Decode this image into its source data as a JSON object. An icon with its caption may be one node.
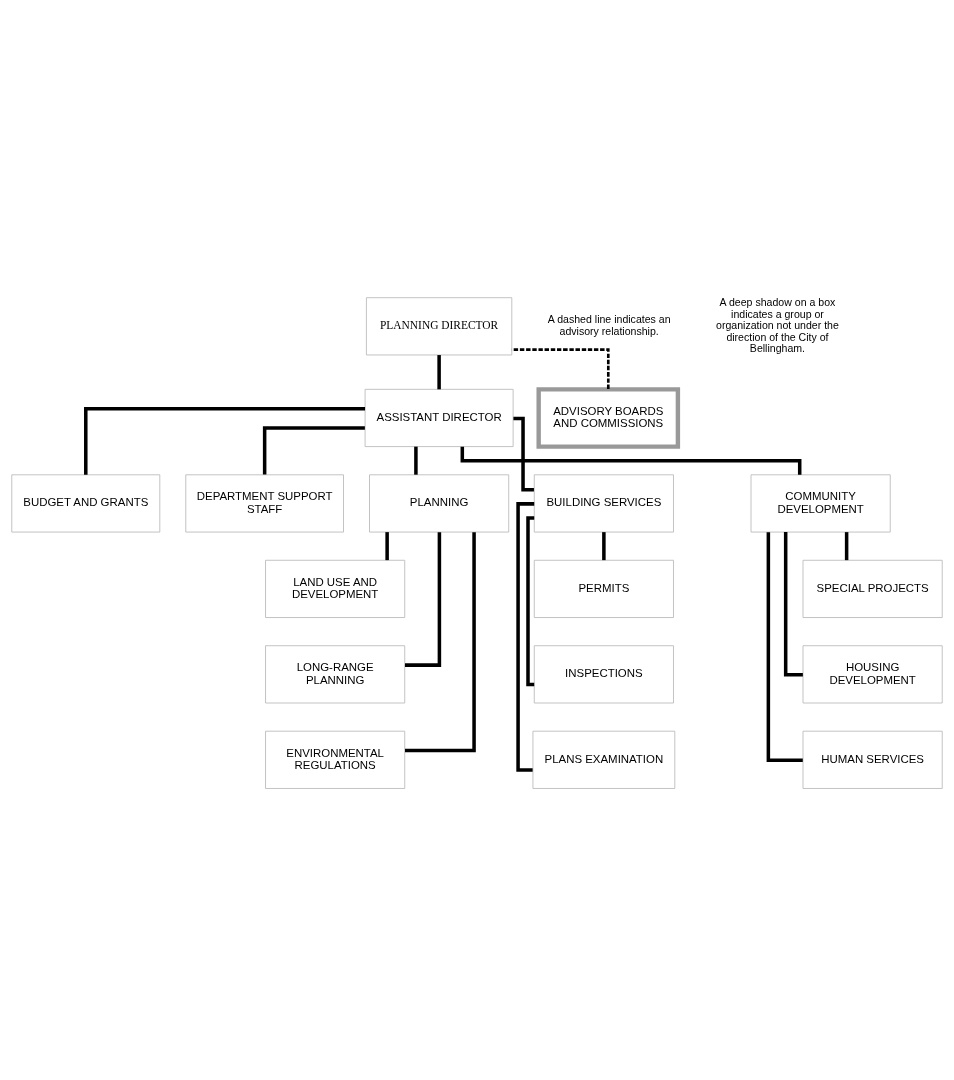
{
  "diagram": {
    "nodes": [
      {
        "text": [
          "PLANNING DIRECTOR"
        ]
      },
      {
        "text": [
          "ADVISORY BOARDS AND COMMISSIONS"
        ]
      },
      {
        "text": [
          "ASSISTANT DIRECTOR"
        ]
      },
      {
        "text": [
          "BUDGET AND GRANTS"
        ]
      },
      {
        "text": [
          "DEPARTMENT SUPPORT STAFF"
        ]
      },
      {
        "text": [
          "PLANNING"
        ]
      },
      {
        "text": [
          "BUILDING SERVICES"
        ]
      },
      {
        "text": [
          "COMMUNITY DEVELOPMENT"
        ]
      },
      {
        "text": [
          "LAND USE AND DEVELOPMENT"
        ]
      },
      {
        "text": [
          "LONG-RANGE PLANNING"
        ]
      },
      {
        "text": [
          "ENVIRONMENTAL REGULATIONS"
        ]
      },
      {
        "text": [
          "PERMITS"
        ]
      },
      {
        "text": [
          "INSPECTIONS"
        ]
      },
      {
        "text": [
          "PLANS EXAMINATION"
        ]
      },
      {
        "text": [
          "SPECIAL PROJECTS"
        ]
      },
      {
        "text": [
          "HOUSING DEVELOPMENT"
        ]
      },
      {
        "text": [
          "HUMAN SERVICES"
        ]
      }
    ],
    "edges": [
      {
        "from": 0,
        "to": 2,
        "arrow": "none"
      },
      {
        "from": 1,
        "to": 0,
        "arrow": "none",
        "style": "dashed"
      },
      {
        "from": 2,
        "to": 3,
        "arrow": "none"
      },
      {
        "from": 2,
        "to": 4,
        "arrow": "none"
      },
      {
        "from": 2,
        "to": 5,
        "arrow": "none"
      },
      {
        "from": 2,
        "to": 6,
        "arrow": "none"
      },
      {
        "from": 2,
        "to": 7,
        "arrow": "none"
      },
      {
        "from": 5,
        "to": 8,
        "arrow": "none"
      },
      {
        "from": 5,
        "to": 9,
        "arrow": "none"
      },
      {
        "from": 5,
        "to": 10,
        "arrow": "none"
      },
      {
        "from": 6,
        "to": 11,
        "arrow": "none"
      },
      {
        "from": 6,
        "to": 12,
        "arrow": "none"
      },
      {
        "from": 6,
        "to": 13,
        "arrow": "none"
      },
      {
        "from": 7,
        "to": 14,
        "arrow": "none"
      },
      {
        "from": 7,
        "to": 15,
        "arrow": "none"
      },
      {
        "from": 7,
        "to": 16,
        "arrow": "none"
      }
    ],
    "labels": [
      "A dashed line indicates an advisory relationship.",
      "A deep shadow on a box indicates a group or organization not under the direction of the City of Bellingham."
    ]
  }
}
